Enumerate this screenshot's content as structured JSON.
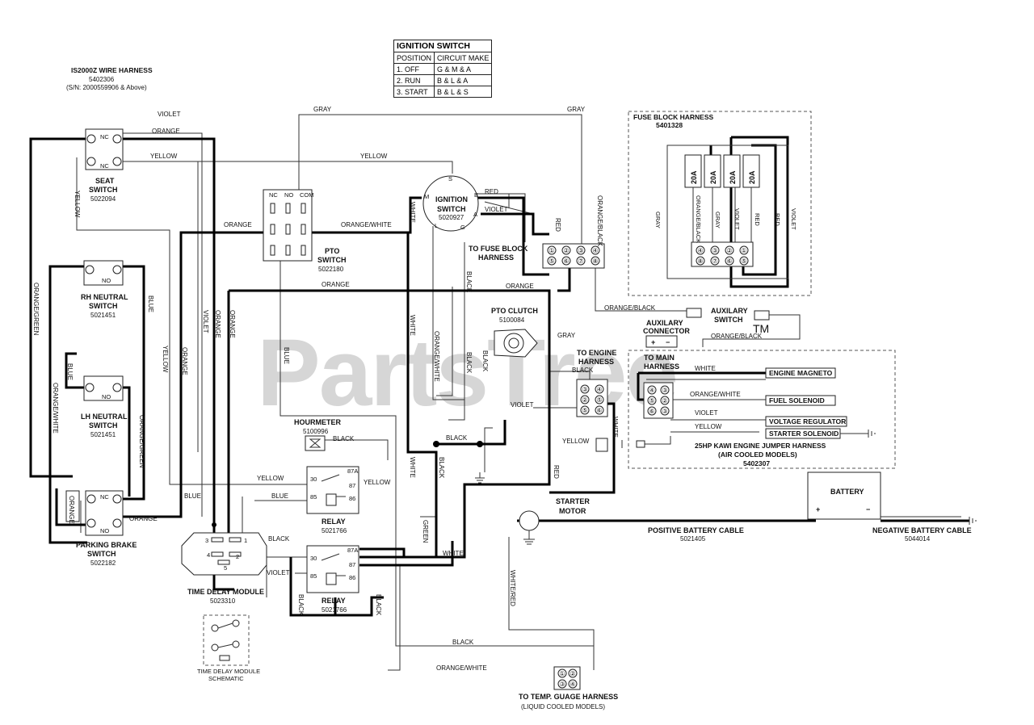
{
  "watermark": "PartsTree",
  "watermark_tm": "TM",
  "ignition_table": {
    "title": "IGNITION SWITCH",
    "headers": [
      "POSITION",
      "CIRCUIT MAKE"
    ],
    "rows": [
      [
        "1. OFF",
        "G & M & A"
      ],
      [
        "2. RUN",
        "B & L & A"
      ],
      [
        "3. START",
        "B & L & S"
      ]
    ]
  },
  "harness": {
    "title": "IS2000Z WIRE HARNESS",
    "part": "5402306",
    "serial": "(S/N: 2000559906 & Above)"
  },
  "components": {
    "seat_switch": {
      "name1": "SEAT",
      "name2": "SWITCH",
      "part": "5022094",
      "nc": "NC"
    },
    "rh_neutral": {
      "name1": "RH NEUTRAL",
      "name2": "SWITCH",
      "part": "5021451",
      "no": "NO"
    },
    "lh_neutral": {
      "name1": "LH NEUTRAL",
      "name2": "SWITCH",
      "part": "5021451",
      "no": "NO"
    },
    "parking_brake": {
      "name1": "PARKING BRAKE",
      "name2": "SWITCH",
      "part": "5022182",
      "nc": "NC",
      "no": "NO"
    },
    "pto_switch": {
      "name1": "PTO",
      "name2": "SWITCH",
      "part": "5022180",
      "nc": "NC",
      "no": "NO",
      "com": "COM"
    },
    "ignition_switch": {
      "name1": "IGNITION",
      "name2": "SWITCH",
      "part": "5020927",
      "s": "S",
      "m": "M",
      "b": "B",
      "a": "A",
      "l": "L",
      "g": "G"
    },
    "fuse_block_conn": {
      "name1": "TO FUSE BLOCK",
      "name2": "HARNESS"
    },
    "fuse_block_harness": {
      "name": "FUSE BLOCK HARNESS",
      "part": "5401328",
      "fuse": "20A"
    },
    "pto_clutch": {
      "name": "PTO CLUTCH",
      "part": "5100084"
    },
    "aux_connector": {
      "name1": "AUXILARY",
      "name2": "CONNECTOR",
      "plus": "+",
      "minus": "−"
    },
    "aux_switch": {
      "name1": "AUXILARY",
      "name2": "SWITCH"
    },
    "engine_harness": {
      "name1": "TO ENGINE",
      "name2": "HARNESS"
    },
    "main_harness": {
      "name1": "TO MAIN",
      "name2": "HARNESS"
    },
    "hourmeter": {
      "name": "HOURMETER",
      "part": "5100996"
    },
    "relay_top": {
      "name": "RELAY",
      "part": "5021766"
    },
    "relay_bottom": {
      "name": "RELAY",
      "part": "5021766"
    },
    "time_delay": {
      "name": "TIME DELAY MODULE",
      "part": "5023310",
      "schematic1": "TIME DELAY MODULE",
      "schematic2": "SCHEMATIC"
    },
    "starter": {
      "name1": "STARTER",
      "name2": "MOTOR"
    },
    "battery": {
      "name": "BATTERY",
      "plus": "+",
      "minus": "−"
    },
    "pos_cable": {
      "name": "POSITIVE BATTERY CABLE",
      "part": "5021405"
    },
    "neg_cable": {
      "name": "NEGATIVE BATTERY CABLE",
      "part": "5044014"
    },
    "temp_gauge": {
      "name1": "TO TEMP. GUAGE HARNESS",
      "name2": "(LIQUID COOLED MODELS)"
    },
    "jumper": {
      "name1": "25HP KAWI ENGINE JUMPER HARNESS",
      "name2": "(AIR COOLED MODELS)",
      "part": "5402307"
    },
    "engine_magneto": "ENGINE MAGNETO",
    "fuel_solenoid": "FUEL SOLENOID",
    "voltage_regulator": "VOLTAGE REGULATOR",
    "starter_solenoid": "STARTER SOLENOID"
  },
  "wires": {
    "violet": "VIOLET",
    "orange": "ORANGE",
    "yellow": "YELLOW",
    "gray": "GRAY",
    "blue": "BLUE",
    "white": "WHITE",
    "black": "BLACK",
    "red": "RED",
    "green": "GREEN",
    "orange_white": "ORANGE/WHITE",
    "orange_black": "ORANGE/BLACK",
    "orange_green": "ORANGE/GREEN",
    "white_red": "WHITE/RED"
  },
  "relay_pins": {
    "p30": "30",
    "p87a": "87A",
    "p87": "87",
    "p85": "85",
    "p86": "86"
  },
  "tdm_pins": {
    "p1": "1",
    "p2": "2",
    "p3": "3",
    "p4": "4",
    "p5": "5"
  },
  "connector_pins": {
    "c1": "①",
    "c2": "②",
    "c3": "③",
    "c4": "④",
    "c5": "⑤",
    "c6": "⑥",
    "c7": "⑦",
    "c8": "⑧"
  }
}
